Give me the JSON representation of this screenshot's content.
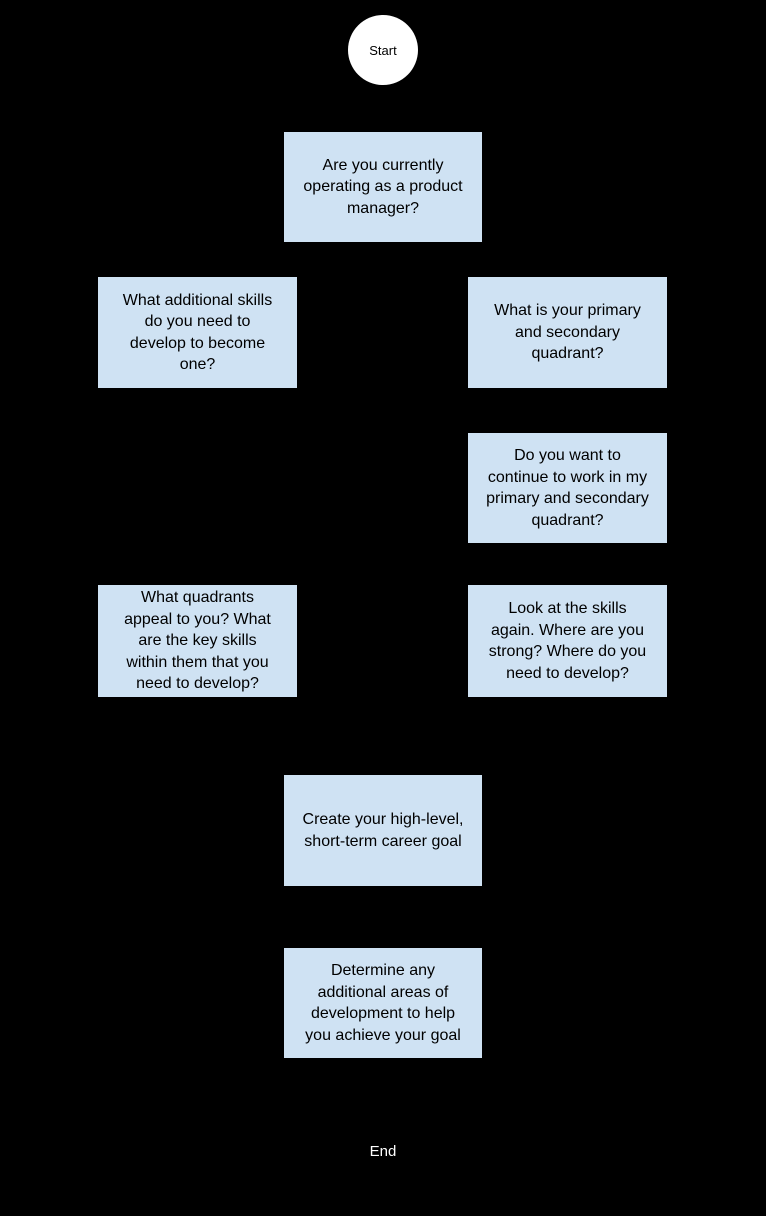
{
  "flowchart": {
    "start": {
      "label": "Start"
    },
    "end": {
      "label": "End"
    },
    "nodes": [
      {
        "id": "currently-pm",
        "text": "Are you currently operating as a product manager?"
      },
      {
        "id": "additional-skills",
        "text": "What additional skills do you need to develop to become one?"
      },
      {
        "id": "primary-secondary-quadrant",
        "text": "What is your primary and secondary quadrant?"
      },
      {
        "id": "continue-quadrant",
        "text": "Do you want to continue to work in my primary and secondary quadrant?"
      },
      {
        "id": "quadrants-appeal",
        "text": "What quadrants appeal to you? What are the key skills within them that you need to develop?"
      },
      {
        "id": "skills-review",
        "text": "Look at the skills again. Where are you strong? Where do you need to develop?"
      },
      {
        "id": "career-goal",
        "text": "Create your high-level, short-term career goal"
      },
      {
        "id": "additional-development",
        "text": "Determine any additional areas of development to help you achieve your goal"
      }
    ],
    "colors": {
      "background": "#000000",
      "node_fill": "#cfe2f3",
      "node_text": "#000000",
      "start_fill": "#ffffff",
      "start_text": "#000000",
      "end_text": "#ffffff"
    }
  }
}
